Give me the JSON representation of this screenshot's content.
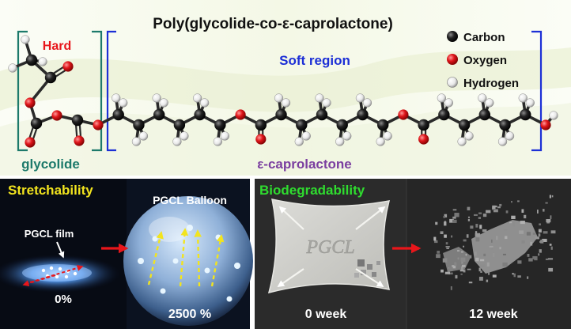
{
  "title": "Poly(glycolide-co-ε-caprolactone)",
  "labels": {
    "hard": "Hard",
    "soft": "Soft region",
    "glycolide": "glycolide",
    "caprolactone": "ε-caprolactone"
  },
  "legend": [
    {
      "label": "Carbon",
      "color": "#1a1a1a",
      "icon": "carbon-atom-icon"
    },
    {
      "label": "Oxygen",
      "color": "#e0161b",
      "icon": "oxygen-atom-icon"
    },
    {
      "label": "Hydrogen",
      "color": "#ffffff",
      "icon": "hydrogen-atom-icon"
    }
  ],
  "colors": {
    "hard": "#e8161b",
    "soft": "#1c2fd6",
    "glycolide": "#1d7a6b",
    "caprolactone": "#7b3fa0",
    "stretch_heading": "#f2e41e",
    "biodeg_heading": "#2fdc2f"
  },
  "panels": {
    "stretchability": {
      "heading": "Stretchability",
      "film_label": "PGCL film",
      "balloon_label": "PGCL Balloon",
      "start_strain": "0%",
      "end_strain": "2500 %"
    },
    "biodegradability": {
      "heading": "Biodegradability",
      "sample_text": "PGCL",
      "start_time": "0 week",
      "end_time": "12 week"
    }
  }
}
